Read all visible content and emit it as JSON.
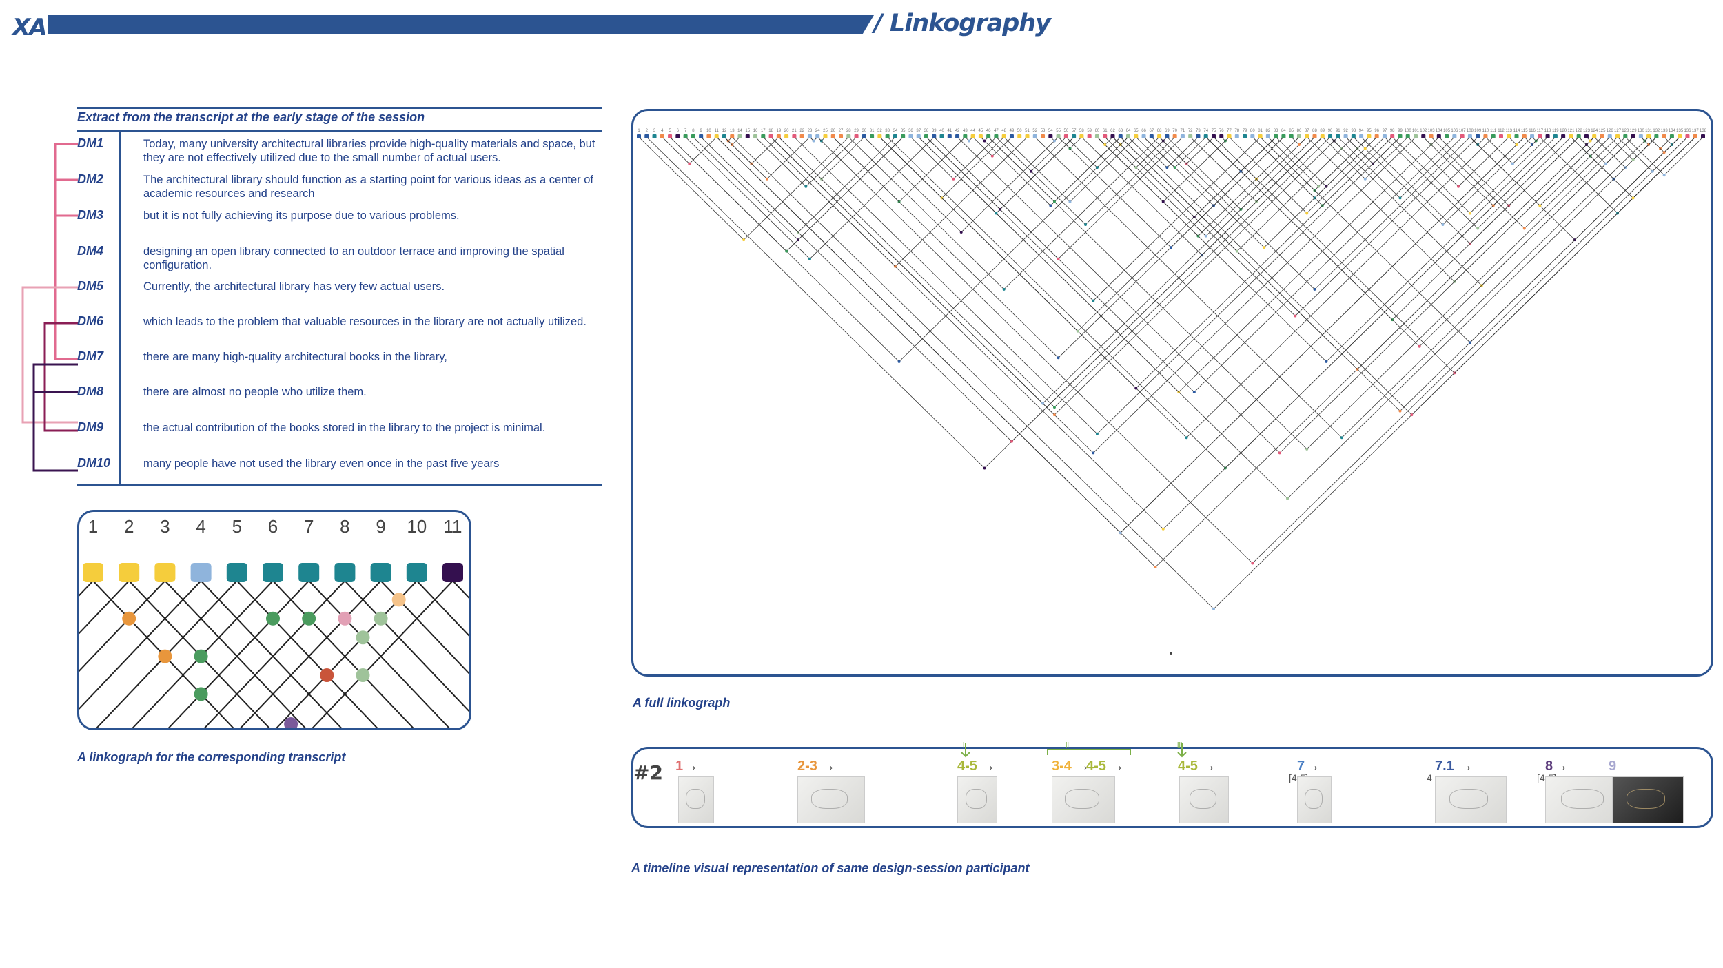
{
  "header": {
    "logo": "XA",
    "title": "/ Linkography"
  },
  "transcript": {
    "title": "Extract from the transcript at the early stage of the session",
    "rows": [
      {
        "id": "DM1",
        "text": "Today, many university architectural libraries provide high-quality materials and space, but they are not effectively utilized due to the small number of actual users."
      },
      {
        "id": "DM2",
        "text": "The architectural library should function as a starting point for various ideas as a center of academic resources and research"
      },
      {
        "id": "DM3",
        "text": "but it is not fully achieving its purpose due to various problems."
      },
      {
        "id": "DM4",
        "text": "designing an open library connected to an outdoor terrace and improving the spatial configuration."
      },
      {
        "id": "DM5",
        "text": "Currently, the architectural library has very few actual users."
      },
      {
        "id": "DM6",
        "text": "which leads to the problem that valuable resources in the library are not actually utilized."
      },
      {
        "id": "DM7",
        "text": "there are many high-quality architectural books in the library,"
      },
      {
        "id": "DM8",
        "text": "there are almost no people who utilize them."
      },
      {
        "id": "DM9",
        "text": "the actual contribution of the books stored in the library to the project is minimal."
      },
      {
        "id": "DM10",
        "text": "many people have not used the library even once in the past five years"
      }
    ]
  },
  "small_linkograph": {
    "numbers": [
      "1",
      "2",
      "3",
      "4",
      "5",
      "6",
      "7",
      "8",
      "9",
      "10",
      "11"
    ],
    "move_colors": [
      "#f5cd3c",
      "#f5cd3c",
      "#f5cd3c",
      "#8fb4dc",
      "#1e8590",
      "#1e8590",
      "#1e8590",
      "#1e8590",
      "#1e8590",
      "#1e8590",
      "#34104f"
    ],
    "links": [
      [
        1,
        3,
        "#e8963c"
      ],
      [
        1,
        5,
        "#e8963c"
      ],
      [
        2,
        6,
        "#4a9b5e"
      ],
      [
        1,
        7,
        "#4a9b5e"
      ],
      [
        5,
        7,
        "#4a9b5e"
      ],
      [
        6,
        8,
        "#4a9b5e"
      ],
      [
        7,
        9,
        "#e2a0b5"
      ],
      [
        7,
        10,
        "#9fc39a"
      ],
      [
        5,
        10,
        "#c9543a"
      ],
      [
        6,
        11,
        "#9fc39a"
      ],
      [
        8,
        10,
        "#9fc39a"
      ],
      [
        9,
        10,
        "#f5c38a"
      ],
      [
        2,
        11,
        "#7a5a9a"
      ]
    ],
    "caption": "A linkograph for the corresponding transcript"
  },
  "full_linkograph": {
    "move_count": 138,
    "colors": [
      "#f5cd3c",
      "#1e8590",
      "#8fb4dc",
      "#f08a4b",
      "#3a9b5c",
      "#2c5aa0",
      "#34104f",
      "#e25a7a",
      "#9fc39a"
    ],
    "caption": "A full linkograph"
  },
  "timeline": {
    "participant": "#2",
    "items": [
      {
        "label": "1",
        "arrow": "→",
        "color": "#e07070",
        "sub": ""
      },
      {
        "label": "2-3",
        "arrow": "→",
        "color": "#e8963c",
        "sub": ""
      },
      {
        "label": "4-5",
        "arrow": "→",
        "color": "#a9b83a",
        "sub": ""
      },
      {
        "label": "3-4",
        "arrow": "→",
        "color": "#f0b23a",
        "sub": ""
      },
      {
        "label": "4-5",
        "arrow": "→",
        "color": "#a9b83a",
        "sub": ""
      },
      {
        "label": "4-5",
        "arrow": "→",
        "color": "#a9b83a",
        "sub": ""
      },
      {
        "label": "7",
        "arrow": "→",
        "color": "#4a7fc4",
        "sub": "[4-5]"
      },
      {
        "label": "7.1",
        "arrow": "→",
        "color": "#3a5aa0",
        "sub": "4"
      },
      {
        "label": "8",
        "arrow": "→",
        "color": "#5c3c7c",
        "sub": "[4-5]"
      },
      {
        "label": "9",
        "arrow": "",
        "color": "#a8a8d0",
        "sub": ""
      }
    ],
    "marks": [
      "i",
      "ii",
      "iii"
    ],
    "caption": "A timeline visual representation of same design-session participant"
  }
}
